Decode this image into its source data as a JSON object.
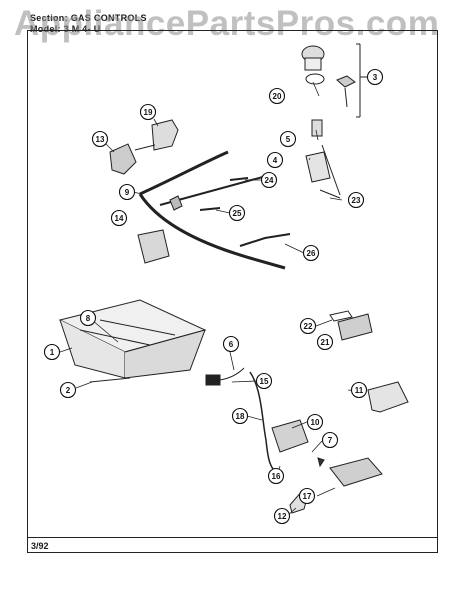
{
  "header": {
    "section_line": "Section: GAS CONTROLS",
    "model_line": "Model: 3 M 4- U"
  },
  "watermark": "AppliancePartsPros.com",
  "footer": {
    "date_code": "3/92"
  },
  "callouts": [
    "1",
    "2",
    "3",
    "4",
    "5",
    "6",
    "7",
    "8",
    "9",
    "10",
    "11",
    "12",
    "13",
    "14",
    "15",
    "16",
    "17",
    "18",
    "19",
    "20",
    "21",
    "22",
    "23",
    "24",
    "25",
    "26"
  ]
}
